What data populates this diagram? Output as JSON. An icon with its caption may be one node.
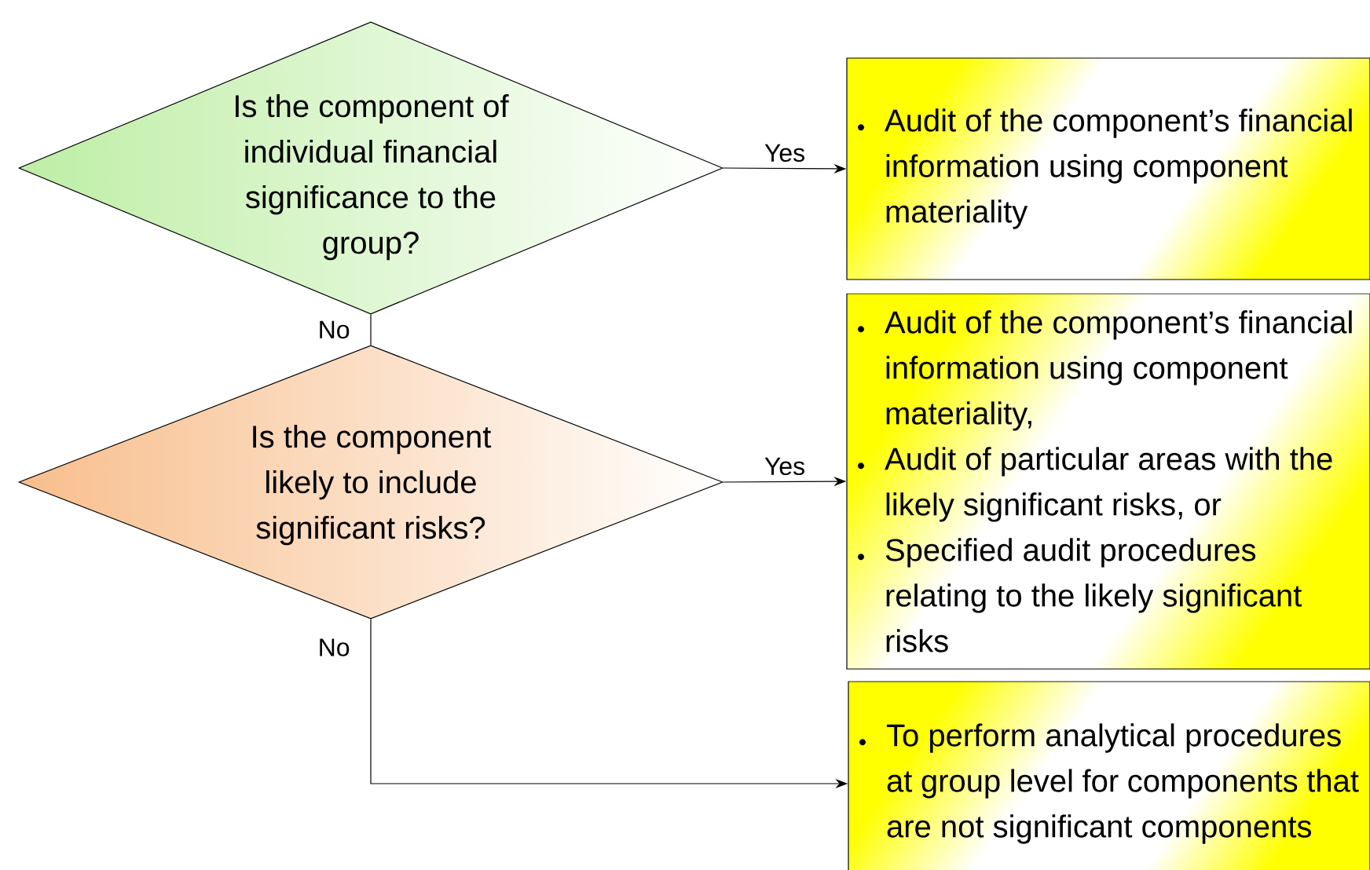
{
  "diagram": {
    "nodes": [
      {
        "text": [
          "Is the component of individual financial significance to the group?"
        ]
      },
      {
        "text": [
          "Audit of the component’s financial information using component materiality"
        ]
      },
      {
        "text": [
          "Is the component likely to include significant risks?"
        ]
      },
      {
        "text": [
          "Audit of the component’s financial information using component materiality,",
          "Audit of particular areas with the likely significant risks, or",
          "Specified audit procedures relating to the likely significant risks"
        ]
      },
      {
        "text": [
          "To perform analytical procedures at group level for components that are not significant components"
        ]
      }
    ],
    "edges": [
      {
        "from": 0,
        "to": 1,
        "arrow": "to",
        "label": "Yes"
      },
      {
        "from": 0,
        "to": 2,
        "arrow": "none",
        "label": "No"
      },
      {
        "from": 2,
        "to": 3,
        "arrow": "to",
        "label": "Yes"
      },
      {
        "from": 2,
        "to": 4,
        "arrow": "to",
        "label": "No"
      }
    ]
  }
}
